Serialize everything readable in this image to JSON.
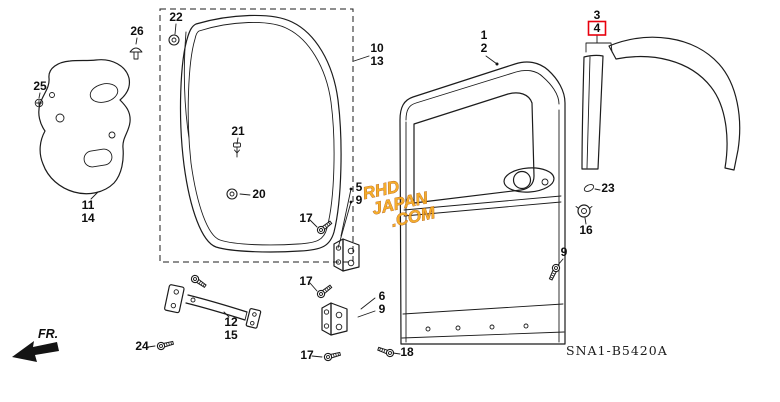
{
  "diagram": {
    "code": "SNA1-B5420A",
    "fr": "FR.",
    "watermark": {
      "l1": "RHD",
      "l2": "JAPAN",
      "l3": ".COM"
    }
  },
  "labels": {
    "p1": "1",
    "p2": "2",
    "p3": "3",
    "p4": "4",
    "p5": "5",
    "p6": "6",
    "p9a": "9",
    "p9b": "9",
    "p9c": "9",
    "p10": "10",
    "p11": "11",
    "p12": "12",
    "p13": "13",
    "p14": "14",
    "p15": "15",
    "p16": "16",
    "p17a": "17",
    "p17b": "17",
    "p17c": "17",
    "p18": "18",
    "p20": "20",
    "p21": "21",
    "p22": "22",
    "p23": "23",
    "p24": "24",
    "p25": "25",
    "p26": "26"
  },
  "colors": {
    "line": "#1c1c1c",
    "highlight": "#e8000d",
    "watermark": "#f4a71b"
  }
}
